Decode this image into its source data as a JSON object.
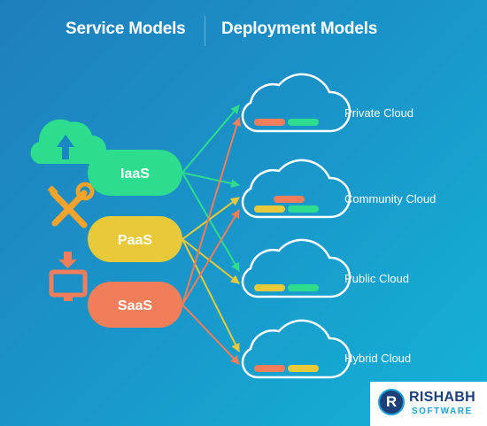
{
  "header": {
    "left_title": "Service Models",
    "right_title": "Deployment Models"
  },
  "service_models": [
    {
      "label": "IaaS",
      "color": "#2ddc8c",
      "icon": "cloud-upload-icon"
    },
    {
      "label": "PaaS",
      "color": "#e8c93a",
      "icon": "tools-icon"
    },
    {
      "label": "SaaS",
      "color": "#f07e5a",
      "icon": "monitor-download-icon"
    }
  ],
  "deployment_models": [
    {
      "label": "Private Cloud",
      "bars": [
        "#f07e5a",
        "#2ddc8c"
      ]
    },
    {
      "label": "Community Cloud",
      "bars": [
        "#f07e5a",
        "#e8c93a",
        "#2ddc8c"
      ]
    },
    {
      "label": "Public Cloud",
      "bars": [
        "#e8c93a",
        "#2ddc8c"
      ]
    },
    {
      "label": "Hybrid Cloud",
      "bars": [
        "#f07e5a",
        "#e8c93a"
      ]
    }
  ],
  "connections": [
    {
      "from": "IaaS",
      "to": "Private Cloud"
    },
    {
      "from": "IaaS",
      "to": "Community Cloud"
    },
    {
      "from": "IaaS",
      "to": "Public Cloud"
    },
    {
      "from": "PaaS",
      "to": "Community Cloud"
    },
    {
      "from": "PaaS",
      "to": "Public Cloud"
    },
    {
      "from": "PaaS",
      "to": "Hybrid Cloud"
    },
    {
      "from": "SaaS",
      "to": "Private Cloud"
    },
    {
      "from": "SaaS",
      "to": "Community Cloud"
    },
    {
      "from": "SaaS",
      "to": "Hybrid Cloud"
    }
  ],
  "logo": {
    "badge": "R",
    "top": "RISHABH",
    "bottom": "SOFTWARE"
  }
}
